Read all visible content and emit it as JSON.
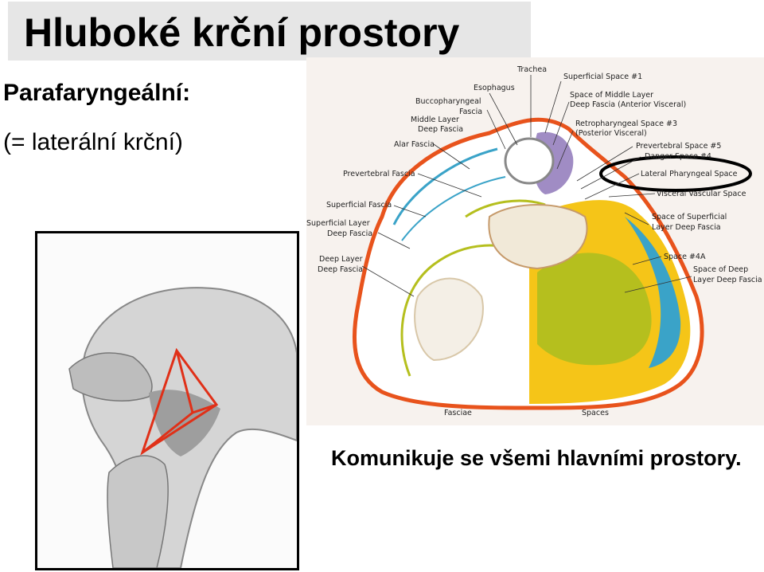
{
  "slide": {
    "title": "Hluboké krční prostory",
    "subtitle": "Parafaryngeální:",
    "subtext": "(= laterální krční)",
    "caption": "Komunikuje se všemi hlavními prostory."
  },
  "diagram": {
    "labels": {
      "trachea": "Trachea",
      "esophagus": "Esophagus",
      "superficial_space_1": "Superficial Space #1",
      "buccopharyngeal_fascia_1": "Buccopharyngeal",
      "buccopharyngeal_fascia_2": "Fascia",
      "middle_layer_space_1": "Space of Middle Layer",
      "middle_layer_space_2": "Deep Fascia (Anterior Visceral)",
      "middle_layer_deep_fascia_1": "Middle Layer",
      "middle_layer_deep_fascia_2": "Deep Fascia",
      "retropharyngeal_1": "Retropharyngeal Space #3",
      "retropharyngeal_2": "(Posterior Visceral)",
      "alar_fascia": "Alar Fascia",
      "prevertebral_space": "Prevertebral Space #5",
      "danger_space": "Danger Space #4",
      "prevertebral_fascia": "Prevertebral Fascia",
      "lateral_pharyngeal": "Lateral Pharyngeal Space",
      "visceral_vascular": "Visceral Vascular Space",
      "superficial_fascia": "Superficial Fascia",
      "superficial_layer_1": "Superficial Layer",
      "superficial_layer_2": "Deep Fascia",
      "space_superficial_1": "Space of Superficial",
      "space_superficial_2": "Layer Deep Fascia",
      "deep_layer_1": "Deep Layer",
      "deep_layer_2": "Deep Fascia",
      "space_4a": "Space #4A",
      "space_deep_1": "Space of Deep",
      "space_deep_2": "Layer Deep Fascia",
      "fasciae": "Fasciae",
      "spaces": "Spaces"
    },
    "colors": {
      "outline_orange": "#e8531c",
      "fascia_blue": "#3aa3c8",
      "space_yellow": "#f5c518",
      "space_olive": "#b5bf1e",
      "retro_purple": "#a08cc4",
      "highlight_ellipse": "#000000",
      "triangle_red": "#e03018"
    }
  }
}
